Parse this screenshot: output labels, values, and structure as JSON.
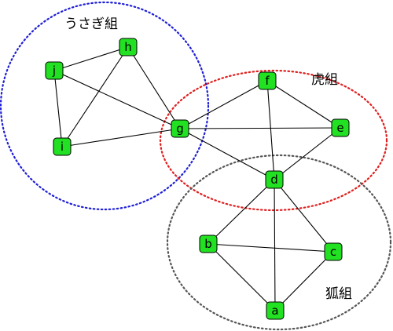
{
  "colors": {
    "node_fill": "#22e122",
    "cluster_rabbit": "#1f1fd6",
    "cluster_tiger": "#e01f1f",
    "cluster_fox": "#555555"
  },
  "groups": [
    {
      "id": "rabbit",
      "label": "うさぎ組",
      "color": "#1f1fd6"
    },
    {
      "id": "tiger",
      "label": "虎組",
      "color": "#e01f1f"
    },
    {
      "id": "fox",
      "label": "狐組",
      "color": "#555555"
    }
  ],
  "nodes": [
    {
      "id": "h",
      "label": "h"
    },
    {
      "id": "j",
      "label": "j"
    },
    {
      "id": "i",
      "label": "i"
    },
    {
      "id": "g",
      "label": "g"
    },
    {
      "id": "f",
      "label": "f"
    },
    {
      "id": "e",
      "label": "e"
    },
    {
      "id": "d",
      "label": "d"
    },
    {
      "id": "b",
      "label": "b"
    },
    {
      "id": "c",
      "label": "c"
    },
    {
      "id": "a",
      "label": "a"
    }
  ],
  "edges": [
    [
      "j",
      "h"
    ],
    [
      "j",
      "i"
    ],
    [
      "j",
      "g"
    ],
    [
      "h",
      "i"
    ],
    [
      "h",
      "g"
    ],
    [
      "i",
      "g"
    ],
    [
      "g",
      "f"
    ],
    [
      "g",
      "e"
    ],
    [
      "g",
      "d"
    ],
    [
      "f",
      "e"
    ],
    [
      "f",
      "d"
    ],
    [
      "e",
      "d"
    ],
    [
      "d",
      "b"
    ],
    [
      "d",
      "c"
    ],
    [
      "d",
      "a"
    ],
    [
      "b",
      "c"
    ],
    [
      "b",
      "a"
    ],
    [
      "c",
      "a"
    ]
  ]
}
